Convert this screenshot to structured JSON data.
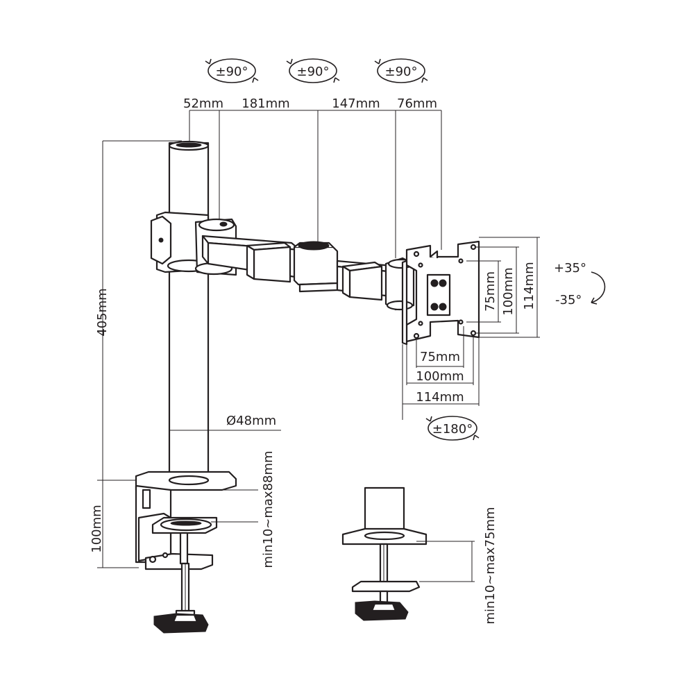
{
  "rotation": {
    "top1": "±90°",
    "top2": "±90°",
    "top3": "±90°",
    "bottom": "±180°",
    "tilt_up": "+35°",
    "tilt_down": "-35°"
  },
  "dims_top": {
    "d52": "52mm",
    "d181": "181mm",
    "d147": "147mm",
    "d76": "76mm"
  },
  "dims_left": {
    "height": "405mm",
    "clamp": "100mm"
  },
  "pole": {
    "diameter": "Ø48mm"
  },
  "vesa": {
    "h75": "75mm",
    "h100": "100mm",
    "h114": "114mm",
    "v75": "75mm",
    "v100": "100mm",
    "v114": "114mm"
  },
  "clamps": {
    "desk1": "min10~max88mm",
    "desk2": "min10~max75mm"
  },
  "colors": {
    "ink": "#231f20",
    "background": "#ffffff"
  }
}
